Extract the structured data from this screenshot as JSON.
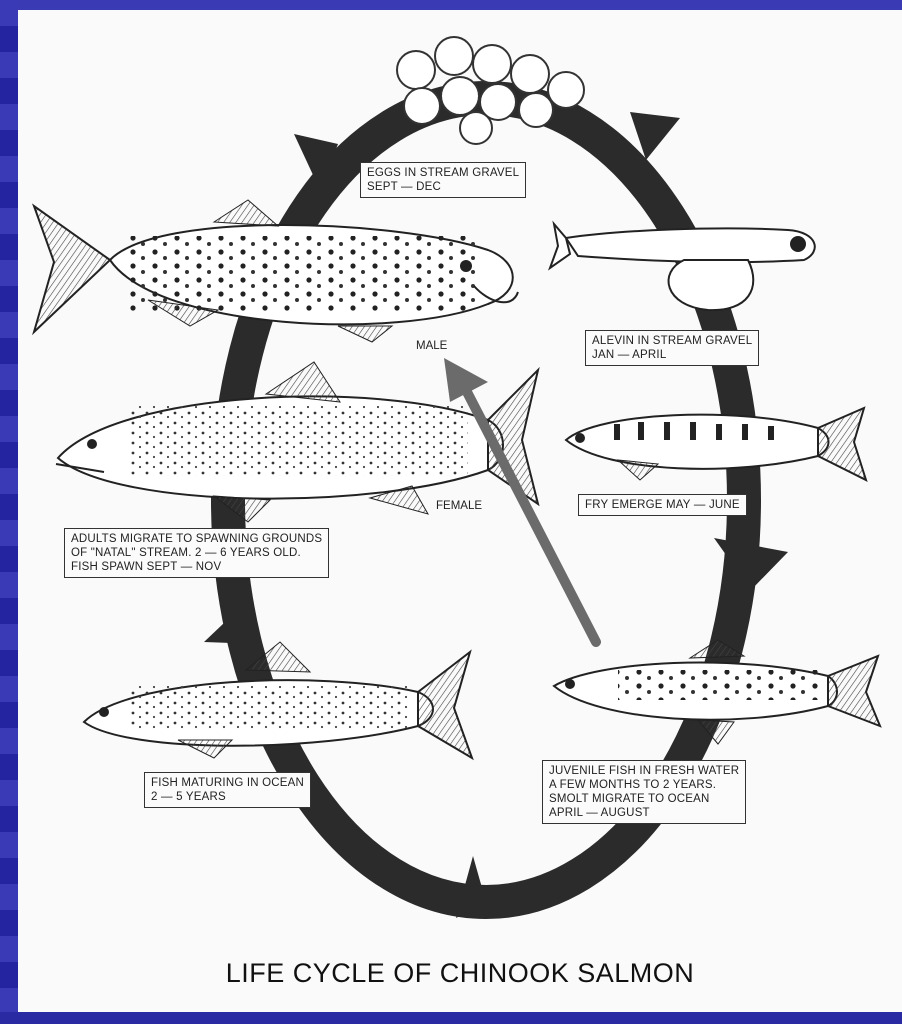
{
  "title": "LIFE CYCLE OF CHINOOK SALMON",
  "stages": {
    "eggs": {
      "line1": "EGGS IN STREAM GRAVEL",
      "line2": "SEPT — DEC"
    },
    "alevin": {
      "line1": "ALEVIN IN STREAM GRAVEL",
      "line2": "JAN — APRIL"
    },
    "fry": {
      "line1": "FRY EMERGE MAY — JUNE"
    },
    "juvenile": {
      "line1": "JUVENILE FISH IN FRESH WATER",
      "line2": "A FEW MONTHS TO 2 YEARS.",
      "line3": "SMOLT MIGRATE TO OCEAN",
      "line4": "APRIL — AUGUST"
    },
    "ocean": {
      "line1": "FISH MATURING IN OCEAN",
      "line2": "2 — 5 YEARS"
    },
    "adults": {
      "line1": "ADULTS MIGRATE TO SPAWNING GROUNDS",
      "line2": "OF \"NATAL\" STREAM. 2 — 6 YEARS OLD.",
      "line3": "FISH SPAWN SEPT — NOV"
    }
  },
  "labels": {
    "male": "MALE",
    "female": "FEMALE"
  },
  "colors": {
    "slide_background": "#2c2ca6",
    "cycle_ring": "#2b2b2b",
    "pointer_arrow": "#6b6b6b"
  },
  "icons": [
    "egg-cluster",
    "alevin-fish",
    "fry-fish",
    "juvenile-fish",
    "ocean-fish",
    "female-salmon",
    "male-salmon",
    "cycle-arrowhead",
    "pointer-arrow"
  ]
}
